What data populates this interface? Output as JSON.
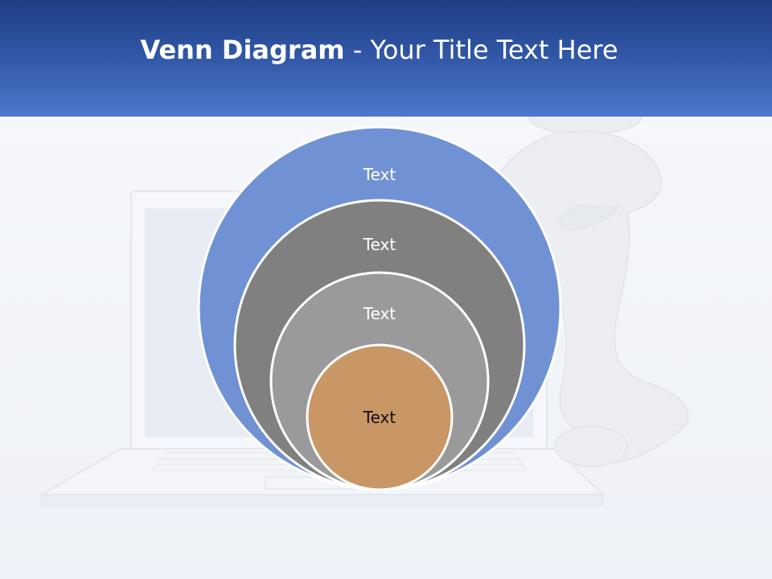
{
  "slide": {
    "title_bold": "Venn Diagram",
    "title_rest": " - Your Title Text Here"
  },
  "diagram": {
    "circles": [
      {
        "label": "Text",
        "color": "#7092d4",
        "text_color": "#ffffff"
      },
      {
        "label": "Text",
        "color": "#808080",
        "text_color": "#ffffff"
      },
      {
        "label": "Text",
        "color": "#9a9a9a",
        "text_color": "#ffffff"
      },
      {
        "label": "Text",
        "color": "#c99665",
        "text_color": "#111111"
      }
    ]
  },
  "colors": {
    "header_dark": "#1f3e82",
    "header_light": "#4e78cc",
    "background": "#f3f5f9"
  }
}
